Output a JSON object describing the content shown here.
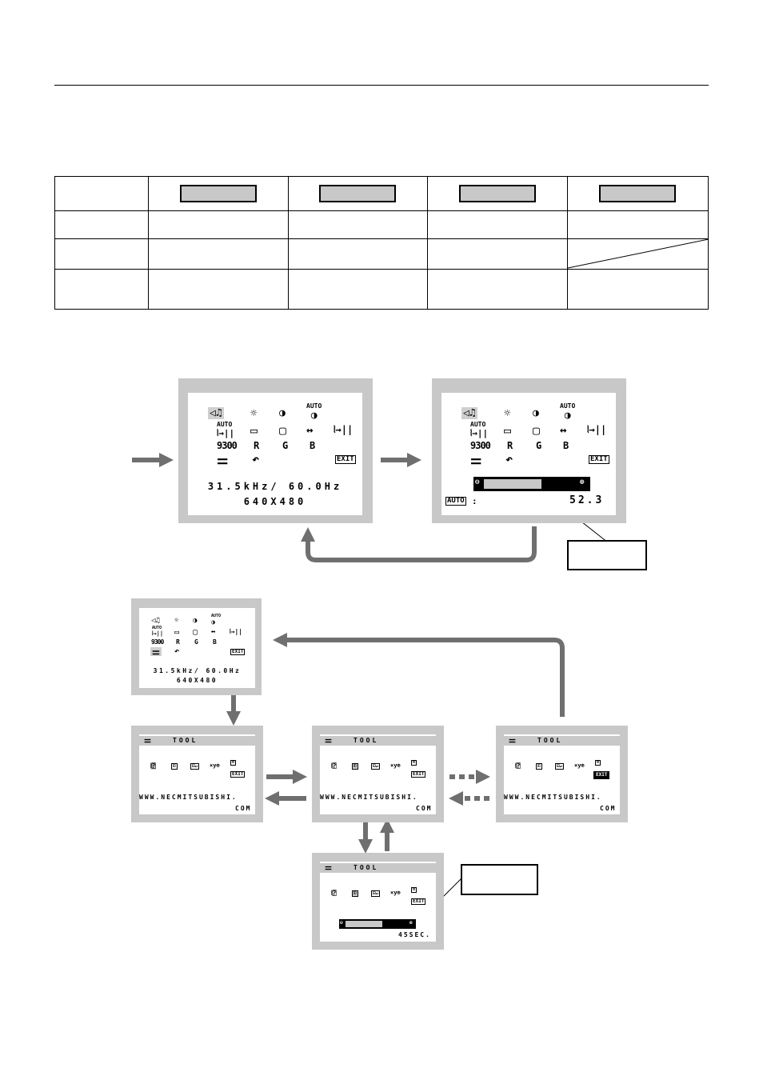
{
  "screen1": {
    "icons": [
      "◁♫",
      "☼",
      "◑",
      "AUTO\n◑",
      "AUTO\n⦚→||",
      "▭",
      "▢",
      "↔",
      "⦚→||",
      "9300",
      "R",
      "G",
      "B",
      "⚌",
      "↶",
      "EXIT"
    ],
    "freq": "31.5kHz/ 60.0Hz",
    "resolution": "640X480"
  },
  "screen2": {
    "auto_label": "AUTO",
    "colon": ":",
    "value": "52.3",
    "minus": "⊖",
    "plus": "⊕"
  },
  "tool_screens": {
    "title": "TOOL",
    "url_line1": "WWW.NECMITSUBISHI.",
    "url_line2": "COM",
    "exit": "EXIT",
    "seconds": "45SEC."
  },
  "colors": {
    "frame": "#c8c8c8",
    "arrow": "#6f6f6f"
  }
}
